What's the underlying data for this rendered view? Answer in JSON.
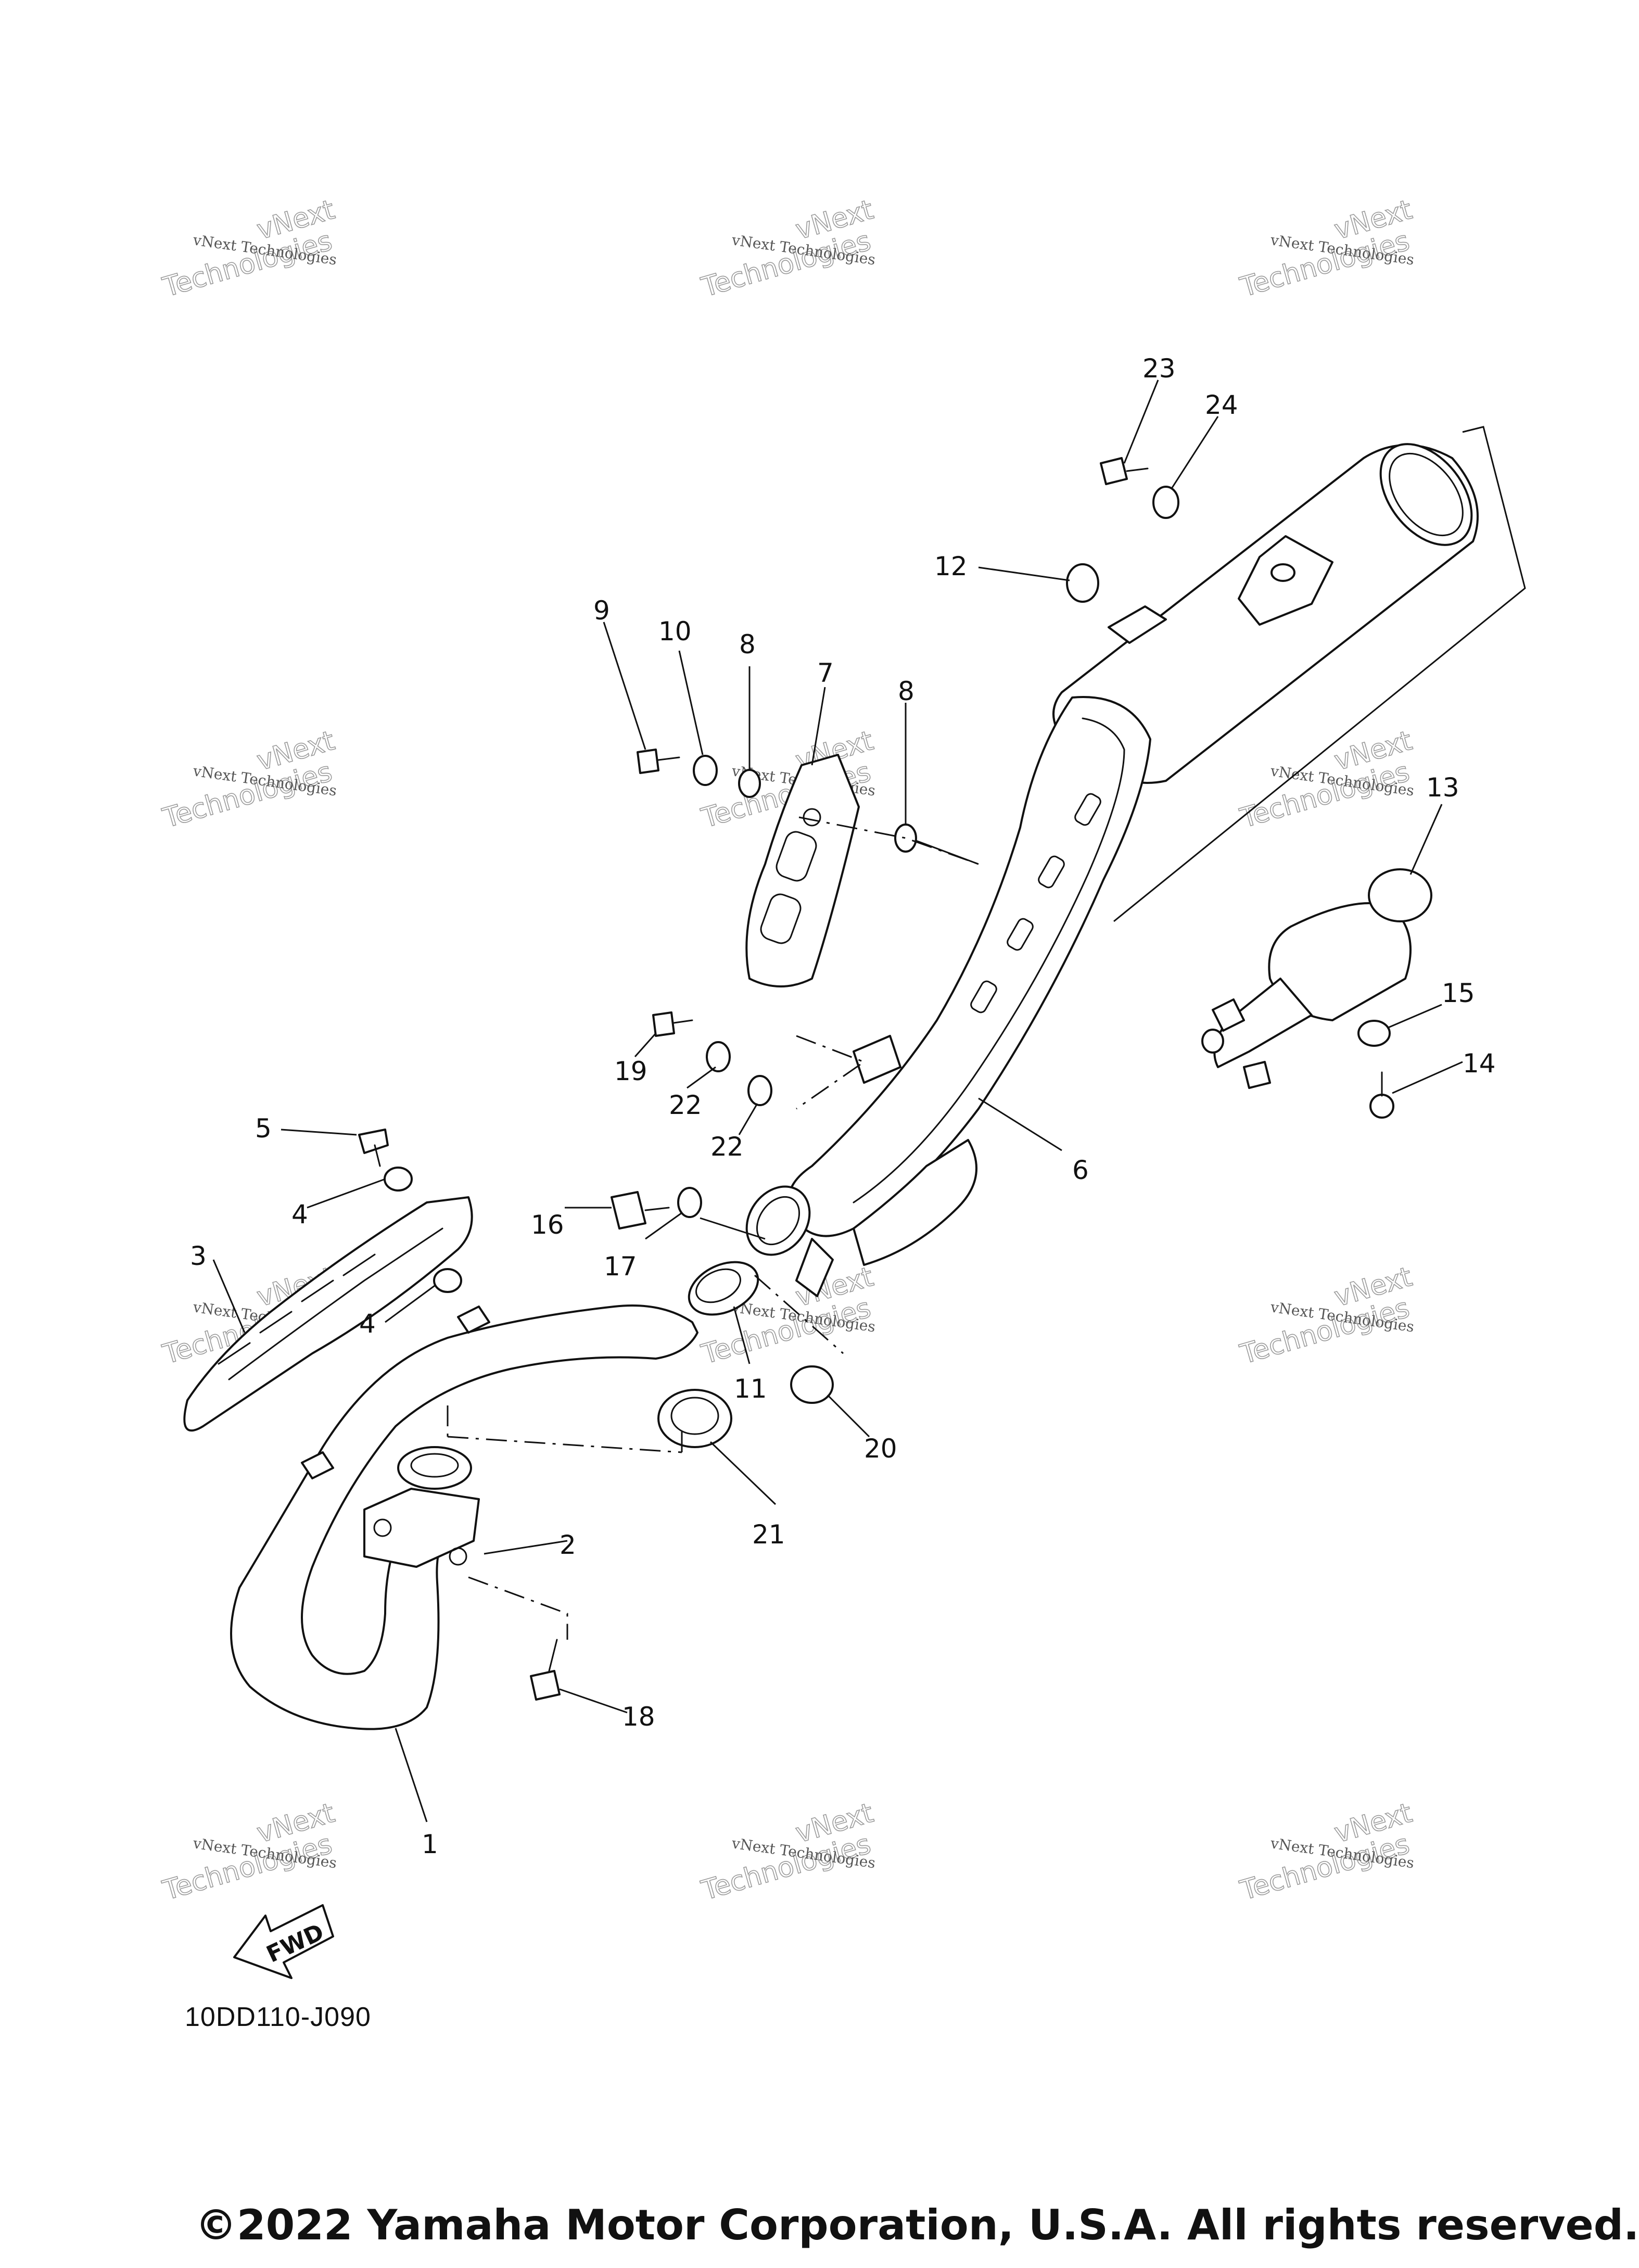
{
  "diagram": {
    "code": "10DD110-J090",
    "copyright": "©2022 Yamaha Motor Corporation, U.S.A. All rights reserved.",
    "direction_label": "FWD",
    "watermark": {
      "small": "vNext Technologies",
      "large_top": "vNext",
      "large_bottom": "Technologies"
    },
    "callouts": [
      "1",
      "2",
      "3",
      "4",
      "4",
      "5",
      "6",
      "7",
      "8",
      "8",
      "9",
      "10",
      "11",
      "12",
      "13",
      "14",
      "15",
      "16",
      "17",
      "18",
      "19",
      "20",
      "21",
      "22",
      "22",
      "23",
      "24"
    ]
  }
}
